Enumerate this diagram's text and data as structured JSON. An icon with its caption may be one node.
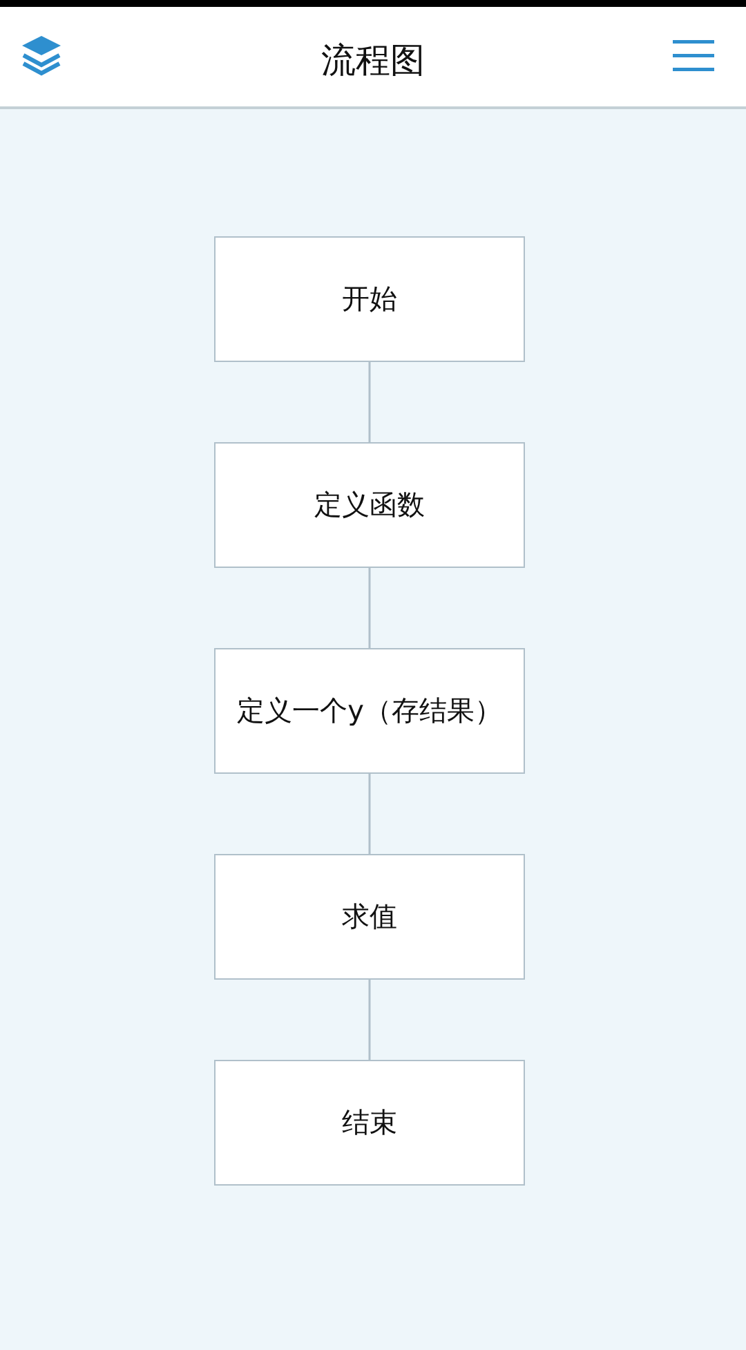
{
  "diagram": {
    "title": "流程图",
    "nodes": [
      {
        "text": [
          "开始"
        ]
      },
      {
        "text": [
          "定义函数"
        ]
      },
      {
        "text": [
          "定义一个y（存结果）"
        ]
      },
      {
        "text": [
          "求值"
        ]
      },
      {
        "text": [
          "结束"
        ]
      }
    ],
    "edges": [
      {
        "from": 0,
        "to": 1,
        "arrow": "none"
      },
      {
        "from": 1,
        "to": 2,
        "arrow": "none"
      },
      {
        "from": 2,
        "to": 3,
        "arrow": "none"
      },
      {
        "from": 3,
        "to": 4,
        "arrow": "none"
      }
    ]
  }
}
